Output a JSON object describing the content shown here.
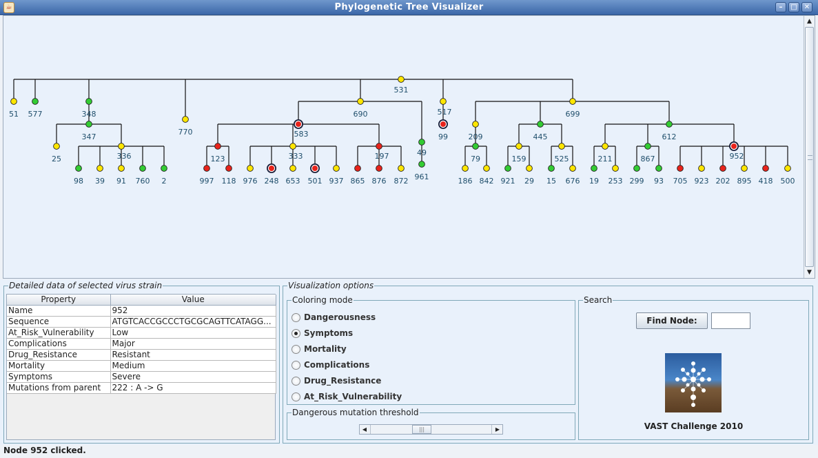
{
  "window": {
    "title": "Phylogenetic Tree Visualizer"
  },
  "node_colors": {
    "green": "#33cc33",
    "yellow": "#ffe600",
    "red": "#e8231b",
    "label": "#1f4e6b"
  },
  "tree": {
    "root": "531",
    "nodes": [
      {
        "id": "531",
        "color": "yellow"
      },
      {
        "id": "51",
        "color": "yellow"
      },
      {
        "id": "577",
        "color": "green"
      },
      {
        "id": "348",
        "color": "green"
      },
      {
        "id": "347",
        "color": "green"
      },
      {
        "id": "25",
        "color": "yellow"
      },
      {
        "id": "336",
        "color": "yellow"
      },
      {
        "id": "98",
        "color": "green"
      },
      {
        "id": "39",
        "color": "yellow"
      },
      {
        "id": "91",
        "color": "yellow"
      },
      {
        "id": "760",
        "color": "green"
      },
      {
        "id": "2",
        "color": "green"
      },
      {
        "id": "770",
        "color": "yellow"
      },
      {
        "id": "690",
        "color": "yellow"
      },
      {
        "id": "583",
        "color": "red",
        "highlight": true
      },
      {
        "id": "123",
        "color": "red"
      },
      {
        "id": "997",
        "color": "red"
      },
      {
        "id": "118",
        "color": "red"
      },
      {
        "id": "333",
        "color": "yellow"
      },
      {
        "id": "976",
        "color": "yellow"
      },
      {
        "id": "248",
        "color": "red",
        "highlight": true
      },
      {
        "id": "653",
        "color": "yellow"
      },
      {
        "id": "501",
        "color": "red",
        "highlight": true
      },
      {
        "id": "937",
        "color": "yellow"
      },
      {
        "id": "197",
        "color": "red"
      },
      {
        "id": "865",
        "color": "red"
      },
      {
        "id": "876",
        "color": "red"
      },
      {
        "id": "872",
        "color": "yellow"
      },
      {
        "id": "49",
        "color": "green"
      },
      {
        "id": "961",
        "color": "green"
      },
      {
        "id": "517",
        "color": "yellow"
      },
      {
        "id": "99",
        "color": "red",
        "highlight": true
      },
      {
        "id": "699",
        "color": "yellow"
      },
      {
        "id": "209",
        "color": "yellow"
      },
      {
        "id": "79",
        "color": "green"
      },
      {
        "id": "186",
        "color": "yellow"
      },
      {
        "id": "842",
        "color": "yellow"
      },
      {
        "id": "445",
        "color": "green"
      },
      {
        "id": "159",
        "color": "yellow"
      },
      {
        "id": "921",
        "color": "green"
      },
      {
        "id": "29",
        "color": "yellow"
      },
      {
        "id": "525",
        "color": "yellow"
      },
      {
        "id": "15",
        "color": "green"
      },
      {
        "id": "676",
        "color": "yellow"
      },
      {
        "id": "612",
        "color": "green"
      },
      {
        "id": "211",
        "color": "yellow"
      },
      {
        "id": "19",
        "color": "green"
      },
      {
        "id": "253",
        "color": "yellow"
      },
      {
        "id": "867",
        "color": "green"
      },
      {
        "id": "299",
        "color": "green"
      },
      {
        "id": "93",
        "color": "green"
      },
      {
        "id": "952",
        "color": "red",
        "highlight": true
      },
      {
        "id": "705",
        "color": "red"
      },
      {
        "id": "923",
        "color": "yellow"
      },
      {
        "id": "202",
        "color": "red"
      },
      {
        "id": "895",
        "color": "yellow"
      },
      {
        "id": "418",
        "color": "red"
      },
      {
        "id": "500",
        "color": "yellow"
      }
    ],
    "edges": [
      [
        "531",
        "51"
      ],
      [
        "531",
        "577"
      ],
      [
        "531",
        "348"
      ],
      [
        "531",
        "770"
      ],
      [
        "531",
        "690"
      ],
      [
        "531",
        "517"
      ],
      [
        "531",
        "699"
      ],
      [
        "348",
        "347"
      ],
      [
        "347",
        "25"
      ],
      [
        "347",
        "336"
      ],
      [
        "336",
        "98"
      ],
      [
        "336",
        "39"
      ],
      [
        "336",
        "91"
      ],
      [
        "336",
        "760"
      ],
      [
        "336",
        "2"
      ],
      [
        "690",
        "583"
      ],
      [
        "690",
        "49"
      ],
      [
        "49",
        "961"
      ],
      [
        "583",
        "123"
      ],
      [
        "583",
        "333"
      ],
      [
        "583",
        "197"
      ],
      [
        "123",
        "997"
      ],
      [
        "123",
        "118"
      ],
      [
        "333",
        "976"
      ],
      [
        "333",
        "248"
      ],
      [
        "333",
        "653"
      ],
      [
        "333",
        "501"
      ],
      [
        "333",
        "937"
      ],
      [
        "197",
        "865"
      ],
      [
        "197",
        "876"
      ],
      [
        "197",
        "872"
      ],
      [
        "517",
        "99"
      ],
      [
        "699",
        "209"
      ],
      [
        "699",
        "445"
      ],
      [
        "699",
        "612"
      ],
      [
        "209",
        "79"
      ],
      [
        "79",
        "186"
      ],
      [
        "79",
        "842"
      ],
      [
        "445",
        "159"
      ],
      [
        "445",
        "525"
      ],
      [
        "159",
        "921"
      ],
      [
        "159",
        "29"
      ],
      [
        "525",
        "15"
      ],
      [
        "525",
        "676"
      ],
      [
        "612",
        "211"
      ],
      [
        "612",
        "867"
      ],
      [
        "612",
        "952"
      ],
      [
        "211",
        "19"
      ],
      [
        "211",
        "253"
      ],
      [
        "867",
        "299"
      ],
      [
        "867",
        "93"
      ],
      [
        "952",
        "705"
      ],
      [
        "952",
        "923"
      ],
      [
        "952",
        "202"
      ],
      [
        "952",
        "895"
      ],
      [
        "952",
        "418"
      ],
      [
        "952",
        "500"
      ]
    ]
  },
  "details": {
    "title": "Detailed data of selected virus strain",
    "columns": [
      "Property",
      "Value"
    ],
    "rows": [
      {
        "property": "Name",
        "value": "952"
      },
      {
        "property": "Sequence",
        "value": "ATGTCACCGCCCTGCGCAGTTCATAGG..."
      },
      {
        "property": "At_Risk_Vulnerability",
        "value": "Low"
      },
      {
        "property": "Complications",
        "value": "Major"
      },
      {
        "property": "Drug_Resistance",
        "value": "Resistant"
      },
      {
        "property": "Mortality",
        "value": "Medium"
      },
      {
        "property": "Symptoms",
        "value": "Severe"
      },
      {
        "property": "Mutations from parent",
        "value": "222 : A -> G"
      }
    ]
  },
  "visualization": {
    "title": "Visualization options",
    "coloring": {
      "title": "Coloring mode",
      "options": [
        "Dangerousness",
        "Symptoms",
        "Mortality",
        "Complications",
        "Drug_Resistance",
        "At_Risk_Vulnerability"
      ],
      "selected": "Symptoms"
    },
    "threshold": {
      "title": "Dangerous mutation threshold",
      "value_fraction": 0.4
    }
  },
  "search": {
    "title": "Search",
    "find_label": "Find Node:",
    "input_value": "",
    "logo_caption": "VAST Challenge 2010"
  },
  "status": "Node 952 clicked."
}
